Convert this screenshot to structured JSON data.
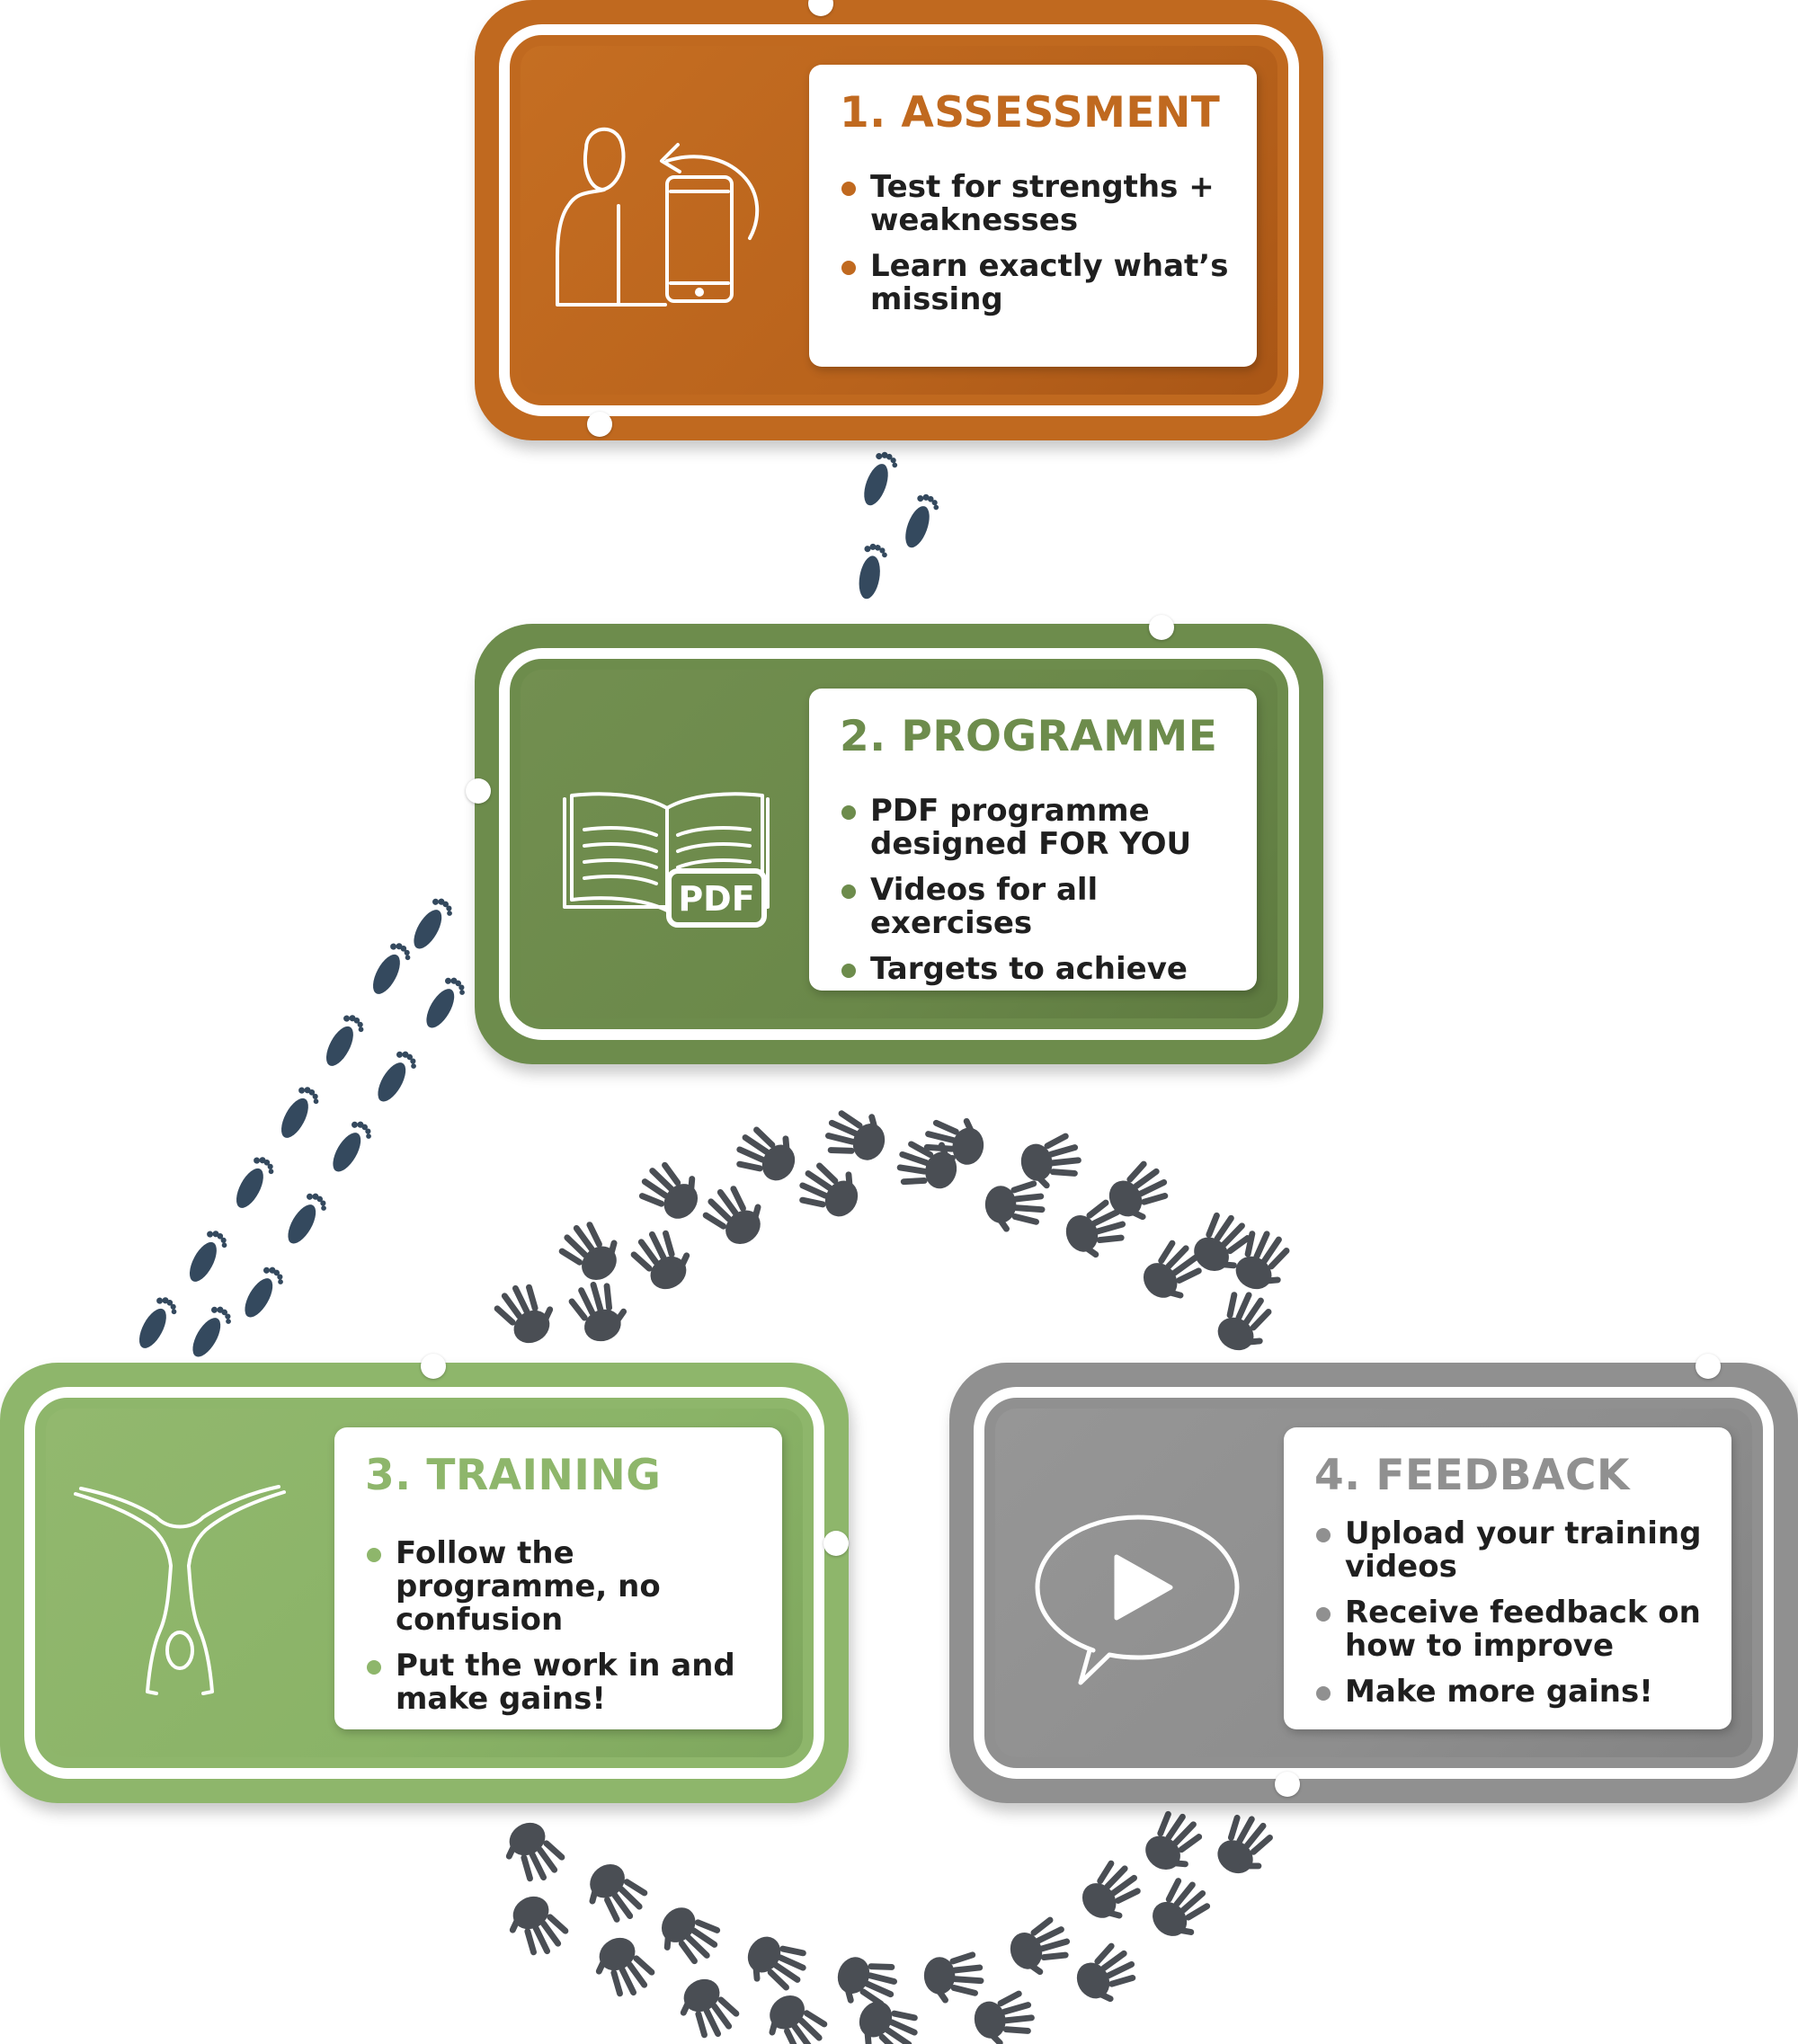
{
  "colors": {
    "assessment": "#c0691f",
    "programme": "#6d8c4c",
    "training": "#8eb66b",
    "feedback": "#909090",
    "prints": "#34495e",
    "hands": "#4a4e54"
  },
  "steps": [
    {
      "title": "1. ASSESSMENT",
      "icon": "person-phone-rotate-icon",
      "bullets": [
        "Test for strengths + weaknesses",
        "Learn exactly what’s missing"
      ]
    },
    {
      "title": "2. PROGRAMME",
      "icon": "pdf-book-icon",
      "icon_label": "PDF",
      "bullets": [
        "PDF programme designed FOR YOU",
        "Videos for all exercises",
        "Targets to achieve"
      ]
    },
    {
      "title": "3. TRAINING",
      "icon": "handstand-figure-icon",
      "bullets": [
        "Follow the programme, no confusion",
        "Put the work in and make gains!"
      ]
    },
    {
      "title": "4. FEEDBACK",
      "icon": "video-speech-bubble-icon",
      "bullets": [
        "Upload your training videos",
        "Receive feedback on how to improve",
        "Make more gains!"
      ]
    }
  ]
}
